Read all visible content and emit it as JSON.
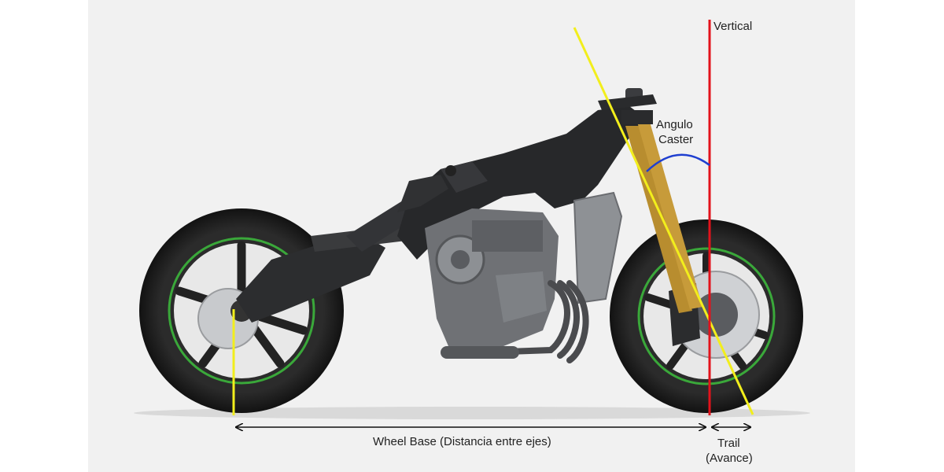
{
  "labels": {
    "vertical": "Vertical",
    "caster_line1": "Angulo",
    "caster_line2": "Caster",
    "wheelbase": "Wheel Base (Distancia entre ejes)",
    "trail_line1": "Trail",
    "trail_line2": "(Avance)"
  },
  "colors": {
    "background": "#f1f1f1",
    "steering_axis_line": "#f2ee1c",
    "vertical_line": "#e3121b",
    "caster_arc": "#1f3fd0",
    "rim_stripe": "#3aa83a",
    "tire": "#1c1c1c",
    "frame": "#2a2b2d",
    "engine": "#7a7c80",
    "disc": "#bfc1c4",
    "dimension_arrow": "#111111"
  },
  "icons": {
    "motorcycle": "naked-sportbike-chassis"
  }
}
